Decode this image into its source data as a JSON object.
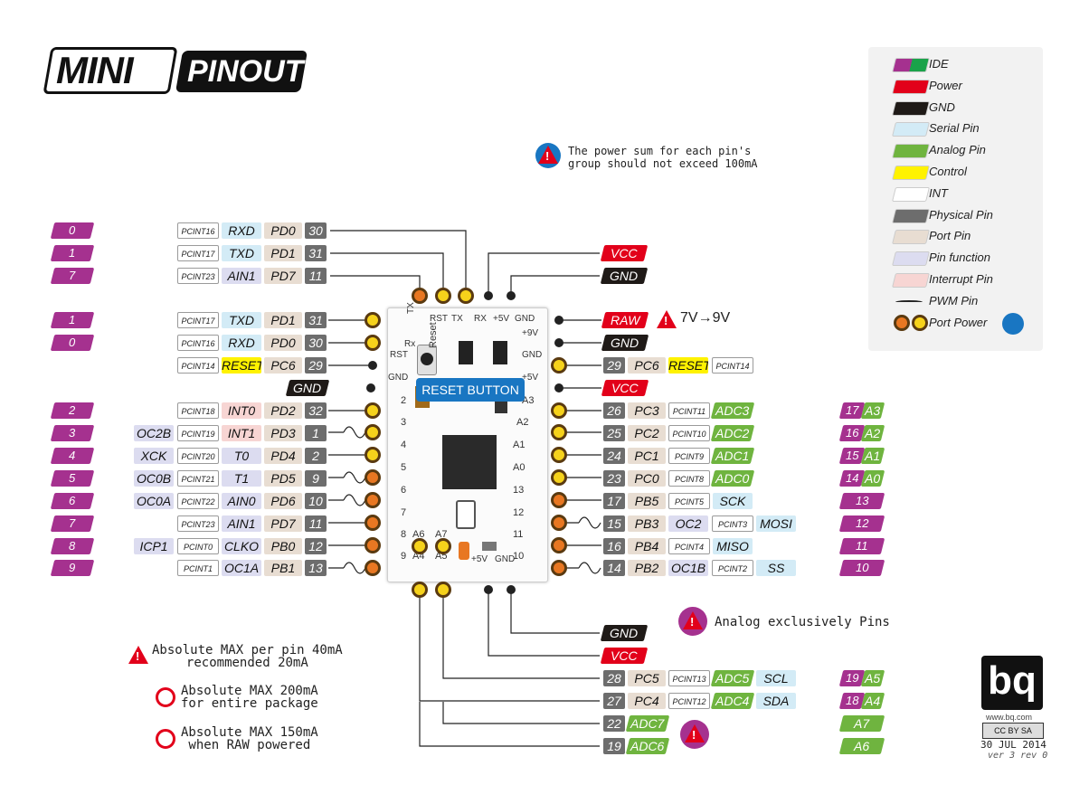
{
  "title": {
    "part1": "MINI",
    "part2": "PINOUT"
  },
  "board": {
    "reset_button_label": "RESET BUTTON",
    "reset_silk": "Reset"
  },
  "notes": {
    "power_sum": "The power sum for each pin's\ngroup should not exceed 100mA",
    "raw_range": "7V→9V",
    "analog_only": "Analog exclusively Pins",
    "max_pin": "Absolute MAX per pin 40mA\nrecommended 20mA",
    "max_package": "Absolute MAX 200mA\nfor entire package",
    "max_raw": "Absolute MAX 150mA\nwhen RAW powered"
  },
  "legend": [
    {
      "label": "IDE",
      "color": "#a5318f"
    },
    {
      "label": "Power",
      "color": "#e2001a"
    },
    {
      "label": "GND",
      "color": "#1f1a17"
    },
    {
      "label": "Serial Pin",
      "color": "#d3ebf6"
    },
    {
      "label": "Analog Pin",
      "color": "#6fb43f"
    },
    {
      "label": "Control",
      "color": "#fff200"
    },
    {
      "label": "INT",
      "color": "#ffffff"
    },
    {
      "label": "Physical Pin",
      "color": "#6d6d6d"
    },
    {
      "label": "Port Pin",
      "color": "#e8ddd2"
    },
    {
      "label": "Pin function",
      "color": "#dcdcf0"
    },
    {
      "label": "Interrupt Pin",
      "color": "#f7d5d3"
    },
    {
      "label": "PWM Pin",
      "color": "none"
    },
    {
      "label": "Port Power",
      "color": "none"
    }
  ],
  "left_rows": [
    {
      "ide": "0",
      "fn": "",
      "int": "PCINT16",
      "alt": "RXD",
      "port": "PD0",
      "phys": "30"
    },
    {
      "ide": "1",
      "fn": "",
      "int": "PCINT17",
      "alt": "TXD",
      "port": "PD1",
      "phys": "31"
    },
    {
      "ide": "7",
      "fn": "",
      "int": "PCINT23",
      "alt": "AIN1",
      "port": "PD7",
      "phys": "11"
    },
    {
      "ide": "1",
      "fn": "",
      "int": "PCINT17",
      "alt": "TXD",
      "port": "PD1",
      "phys": "31"
    },
    {
      "ide": "0",
      "fn": "",
      "int": "PCINT16",
      "alt": "RXD",
      "port": "PD0",
      "phys": "30"
    },
    {
      "ide": "",
      "fn": "",
      "int": "PCINT14",
      "alt": "RESET",
      "port": "PC6",
      "phys": "29"
    },
    {
      "ide": "2",
      "fn": "",
      "int": "PCINT18",
      "alt": "INT0",
      "port": "PD2",
      "phys": "32"
    },
    {
      "ide": "3",
      "fn": "OC2B",
      "int": "PCINT19",
      "alt": "INT1",
      "port": "PD3",
      "phys": "1"
    },
    {
      "ide": "4",
      "fn": "XCK",
      "int": "PCINT20",
      "alt": "T0",
      "port": "PD4",
      "phys": "2"
    },
    {
      "ide": "5",
      "fn": "OC0B",
      "int": "PCINT21",
      "alt": "T1",
      "port": "PD5",
      "phys": "9"
    },
    {
      "ide": "6",
      "fn": "OC0A",
      "int": "PCINT22",
      "alt": "AIN0",
      "port": "PD6",
      "phys": "10"
    },
    {
      "ide": "7",
      "fn": "",
      "int": "PCINT23",
      "alt": "AIN1",
      "port": "PD7",
      "phys": "11"
    },
    {
      "ide": "8",
      "fn": "ICP1",
      "int": "PCINT0",
      "alt": "CLKO",
      "port": "PB0",
      "phys": "12"
    },
    {
      "ide": "9",
      "fn": "",
      "int": "PCINT1",
      "alt": "OC1A",
      "port": "PB1",
      "phys": "13"
    }
  ],
  "left_gnd": "GND",
  "top_power": {
    "vcc": "VCC",
    "gnd": "GND"
  },
  "right_power": {
    "raw": "RAW",
    "gnd": "GND",
    "vcc": "VCC"
  },
  "right_rows": [
    {
      "phys": "29",
      "port": "PC6",
      "alt": "RESET",
      "int": "PCINT14",
      "fn": "",
      "ide": ""
    },
    {
      "phys": "26",
      "port": "PC3",
      "int": "PCINT11",
      "alt": "ADC3",
      "fn": "",
      "ide": "17",
      "ide2": "A3"
    },
    {
      "phys": "25",
      "port": "PC2",
      "int": "PCINT10",
      "alt": "ADC2",
      "fn": "",
      "ide": "16",
      "ide2": "A2"
    },
    {
      "phys": "24",
      "port": "PC1",
      "int": "PCINT9",
      "alt": "ADC1",
      "fn": "",
      "ide": "15",
      "ide2": "A1"
    },
    {
      "phys": "23",
      "port": "PC0",
      "int": "PCINT8",
      "alt": "ADC0",
      "fn": "",
      "ide": "14",
      "ide2": "A0"
    },
    {
      "phys": "17",
      "port": "PB5",
      "int": "PCINT5",
      "alt": "SCK",
      "fn": "",
      "ide": "13"
    },
    {
      "phys": "15",
      "port": "PB3",
      "alt": "OC2",
      "int": "PCINT3",
      "fn": "MOSI",
      "ide": "12"
    },
    {
      "phys": "16",
      "port": "PB4",
      "int": "PCINT4",
      "alt": "MISO",
      "fn": "",
      "ide": "11"
    },
    {
      "phys": "14",
      "port": "PB2",
      "alt": "OC1B",
      "int": "PCINT2",
      "fn": "SS",
      "ide": "10"
    }
  ],
  "bottom": {
    "gnd": "GND",
    "vcc": "VCC",
    "rows": [
      {
        "phys": "28",
        "port": "PC5",
        "int": "PCINT13",
        "alt": "ADC5",
        "fn": "SCL",
        "ide": "19",
        "ide2": "A5"
      },
      {
        "phys": "27",
        "port": "PC4",
        "int": "PCINT12",
        "alt": "ADC4",
        "fn": "SDA",
        "ide": "18",
        "ide2": "A4"
      },
      {
        "phys": "22",
        "alt": "ADC7",
        "ide2": "A7"
      },
      {
        "phys": "19",
        "alt": "ADC6",
        "ide2": "A6"
      }
    ]
  },
  "silk": {
    "top": [
      "TX",
      "RST",
      "TX",
      "RX",
      "+5V",
      "GND"
    ],
    "left": [
      "RST",
      "GND",
      "2",
      "3",
      "4",
      "5",
      "6",
      "7",
      "8",
      "9"
    ],
    "right": [
      "+9V",
      "GND",
      "+5V",
      "A3",
      "A2",
      "A1",
      "A0",
      "13",
      "12",
      "11",
      "10"
    ],
    "bottom": [
      "A6",
      "A7",
      "A4",
      "A5",
      "+5V",
      "GND"
    ],
    "misc": [
      "Rx"
    ]
  },
  "credits": {
    "brand": "bq",
    "url": "www.bq.com",
    "license": "CC BY SA",
    "date": "30 JUL 2014",
    "version": "ver 3 rev 0"
  }
}
